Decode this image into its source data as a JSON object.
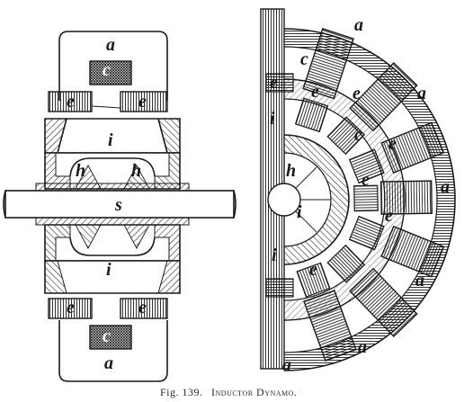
{
  "caption": {
    "prefix": "Fig. 139.",
    "title": "Inductor Dynamo."
  },
  "left_view_labels": {
    "magnet_top": "a",
    "magnet_bottom": "a",
    "coil_center_top": "c",
    "coil_center_bottom": "c",
    "coil_left_top": "e",
    "coil_right_top": "e",
    "coil_left_bottom": "e",
    "coil_right_bottom": "e",
    "inductor_top": "i",
    "inductor_bottom": "i",
    "hub_left": "h",
    "hub_right": "h",
    "shaft": "s"
  },
  "right_view_labels": {
    "pole_a_top": "a",
    "pole_a_upper_right": "a",
    "pole_a_right": "a",
    "pole_a_lower_right": "a",
    "pole_a_bottom": "a",
    "pole_a_bottom_left": "a",
    "hub": "h",
    "inductor_1": "i",
    "inductor_2": "i",
    "inductor_3": "i",
    "coil_1": "c",
    "coil_2": "e",
    "coil_3": "e",
    "coil_4": "e",
    "coil_5": "c",
    "coil_6": "e",
    "coil_7": "e",
    "coil_8": "e",
    "coil_9": "e"
  }
}
